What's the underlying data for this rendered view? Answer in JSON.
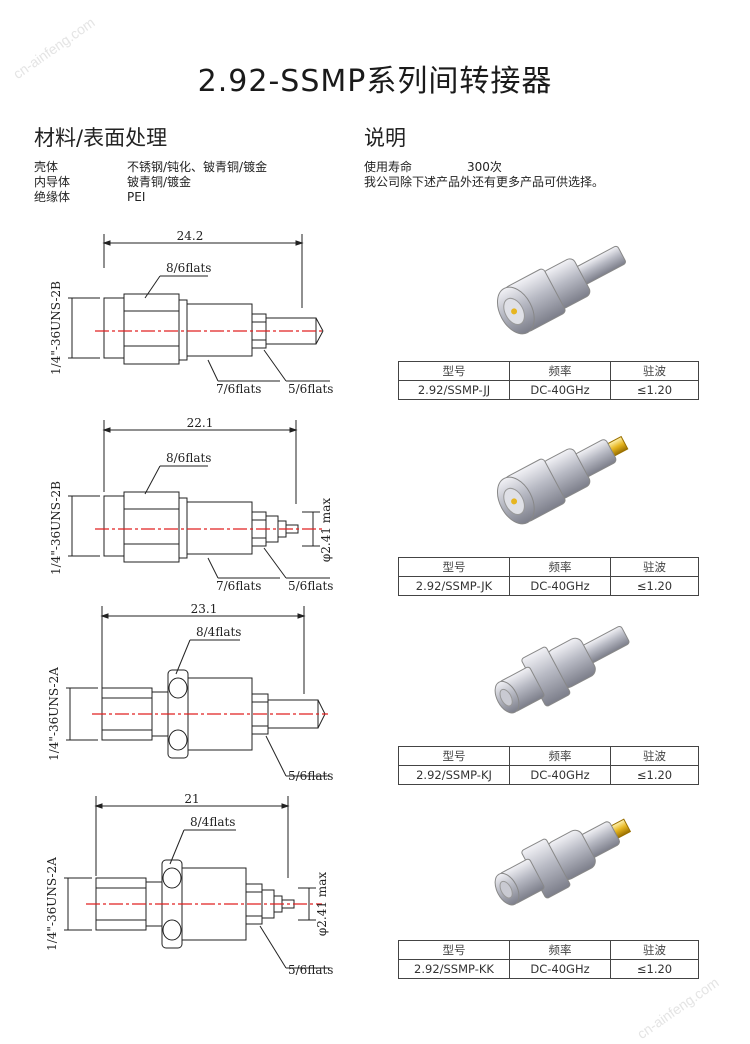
{
  "title": "2.92-SSMP系列间转接器",
  "watermark": "cn-ainfeng.com",
  "materials": {
    "heading": "材料/表面处理",
    "rows": [
      {
        "part": "壳体",
        "spec": "不锈钢/钝化、铍青铜/镀金"
      },
      {
        "part": "内导体",
        "spec": "铍青铜/镀金"
      },
      {
        "part": "绝缘体",
        "spec": "PEI"
      }
    ]
  },
  "notes": {
    "heading": "说明",
    "life_label": "使用寿命",
    "life_value": "300次",
    "text": "我公司除下述产品外还有更多产品可供选择。"
  },
  "table_headers": {
    "model": "型号",
    "freq": "频率",
    "vswr": "驻波"
  },
  "products": [
    {
      "model": "2.92/SSMP-JJ",
      "freq": "DC-40GHz",
      "vswr": "≤1.20",
      "length": "24.2",
      "thread": "1/4\"-36UNS-2B",
      "flats": [
        "8/6flats",
        "7/6flats",
        "5/6flats"
      ],
      "pin": ""
    },
    {
      "model": "2.92/SSMP-JK",
      "freq": "DC-40GHz",
      "vswr": "≤1.20",
      "length": "22.1",
      "thread": "1/4\"-36UNS-2B",
      "flats": [
        "8/6flats",
        "7/6flats",
        "5/6flats"
      ],
      "pin": "φ2.41 max"
    },
    {
      "model": "2.92/SSMP-KJ",
      "freq": "DC-40GHz",
      "vswr": "≤1.20",
      "length": "23.1",
      "thread": "1/4\"-36UNS-2A",
      "flats": [
        "8/4flats",
        "5/6flats"
      ],
      "pin": ""
    },
    {
      "model": "2.92/SSMP-KK",
      "freq": "DC-40GHz",
      "vswr": "≤1.20",
      "length": "21",
      "thread": "1/4\"-36UNS-2A",
      "flats": [
        "8/4flats",
        "5/6flats"
      ],
      "pin": "φ2.41 max"
    }
  ]
}
